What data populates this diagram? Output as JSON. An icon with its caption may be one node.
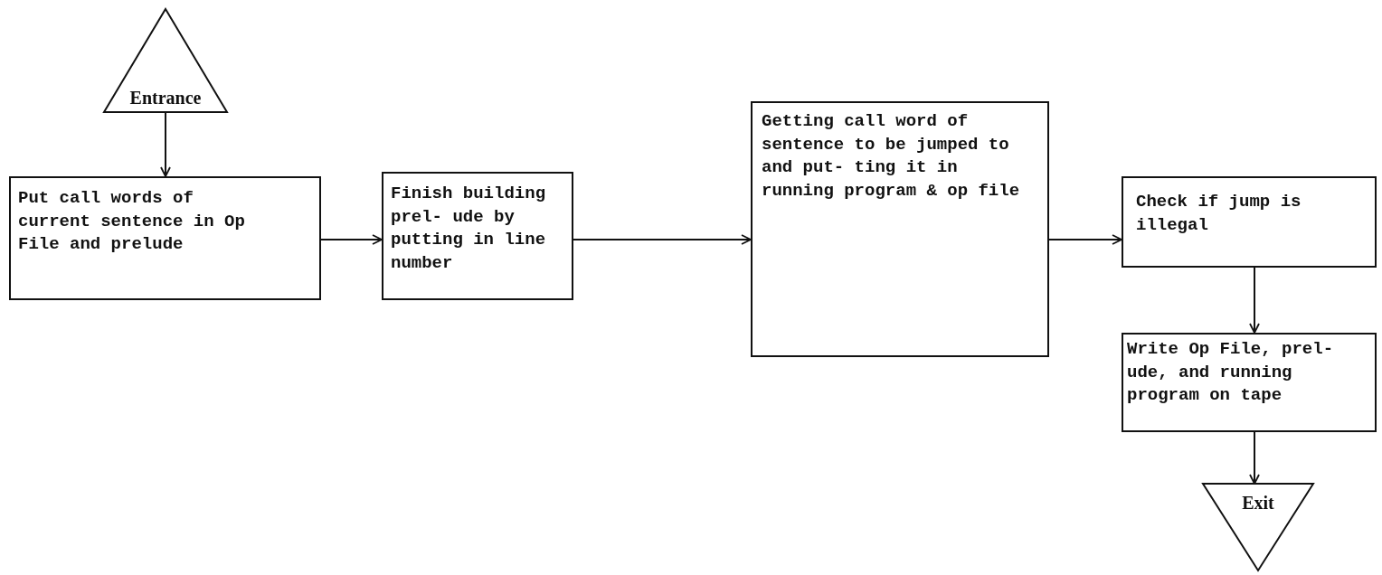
{
  "diagram": {
    "nodes": [
      {
        "text": [
          "Entrance"
        ]
      },
      {
        "text": [
          "Put call words of current sentence in Op File and prelude"
        ]
      },
      {
        "text": [
          "Finish building prel- ude by putting in line number"
        ]
      },
      {
        "text": [
          "Getting call word of sentence to be jumped to and put- ting it in running program & op file"
        ]
      },
      {
        "text": [
          "Check if jump is illegal"
        ]
      },
      {
        "text": [
          "Write Op File, prel- ude, and running program on tape"
        ]
      },
      {
        "text": [
          "Exit"
        ]
      }
    ],
    "edges": [
      {
        "from": 0,
        "to": 1,
        "arrow": "to"
      },
      {
        "from": 1,
        "to": 2,
        "arrow": "to"
      },
      {
        "from": 2,
        "to": 3,
        "arrow": "to"
      },
      {
        "from": 3,
        "to": 4,
        "arrow": "to"
      },
      {
        "from": 4,
        "to": 5,
        "arrow": "to"
      },
      {
        "from": 5,
        "to": 6,
        "arrow": "to"
      }
    ]
  }
}
